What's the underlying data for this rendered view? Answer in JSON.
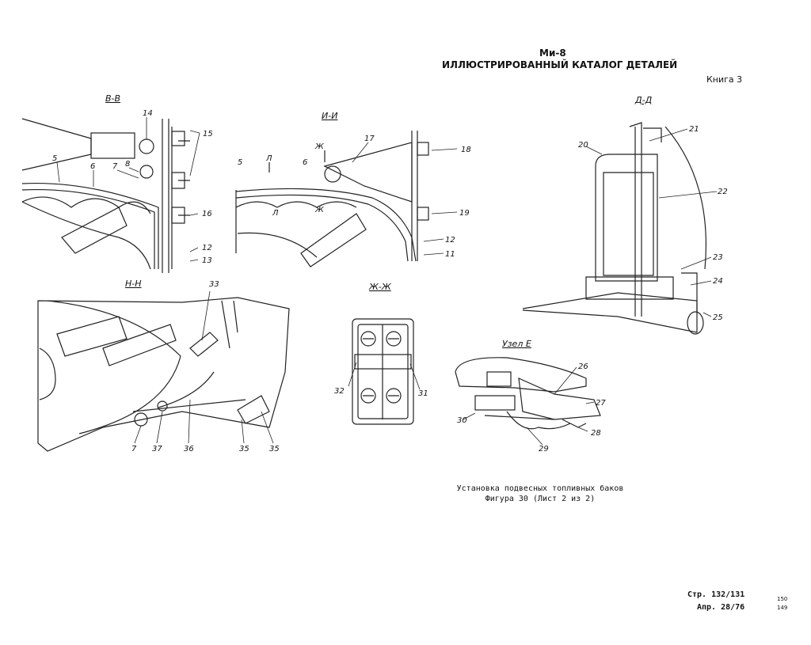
{
  "header": {
    "model": "Ми-8",
    "catalog_title": "ИЛЛЮСТРИРОВАННЫЙ  КАТАЛОГ  ДЕТАЛЕЙ",
    "book": "Книга 3"
  },
  "sections": {
    "vv": "В-В",
    "ii": "И-И",
    "dd": "Д-Д",
    "nn": "Н-Н",
    "zhzh": "Ж-Ж",
    "uzel": "Узел Е"
  },
  "caption": {
    "line1": "Установка подвесных топливных баков",
    "line2": "Фигура 30 (Лист 2 из 2)"
  },
  "footer": {
    "page": "Стр. 132/131",
    "date": "Апр. 28/76",
    "num_top": "150",
    "num_bottom": "149"
  },
  "callouts": {
    "vv": [
      "14",
      "15",
      "5",
      "6",
      "7",
      "8",
      "16",
      "12",
      "13"
    ],
    "ii": [
      "17",
      "18",
      "Ж",
      "Л",
      "5",
      "6",
      "Л",
      "Ж",
      "19",
      "12",
      "11"
    ],
    "dd": [
      "21",
      "20",
      "22",
      "23",
      "24",
      "25"
    ],
    "nn": [
      "33",
      "7",
      "37",
      "36",
      "35",
      "35"
    ],
    "zhzh": [
      "32",
      "31"
    ],
    "uzel": [
      "26",
      "27",
      "30",
      "29",
      "28"
    ]
  }
}
